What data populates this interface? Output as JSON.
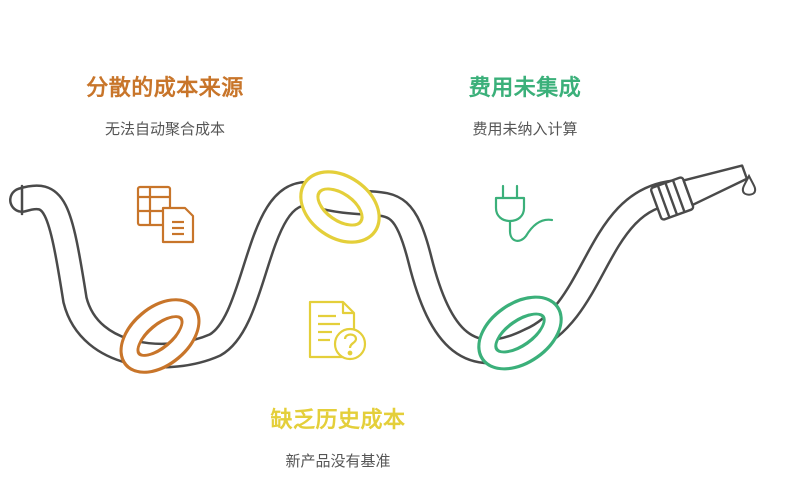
{
  "colors": {
    "hose": "#4a4a4a",
    "orange": "#c8752a",
    "yellow": "#e4cf3a",
    "green": "#3bb07a",
    "text_sub": "#555555"
  },
  "items": [
    {
      "title": "分散的成本来源",
      "subtitle": "无法自动聚合成本",
      "color": "#c8752a",
      "icon": "spreadsheet-icon"
    },
    {
      "title": "缺乏历史成本",
      "subtitle": "新产品没有基准",
      "color": "#e4cf3a",
      "icon": "document-question-icon"
    },
    {
      "title": "费用未集成",
      "subtitle": "费用未纳入计算",
      "color": "#3bb07a",
      "icon": "plug-icon"
    }
  ]
}
